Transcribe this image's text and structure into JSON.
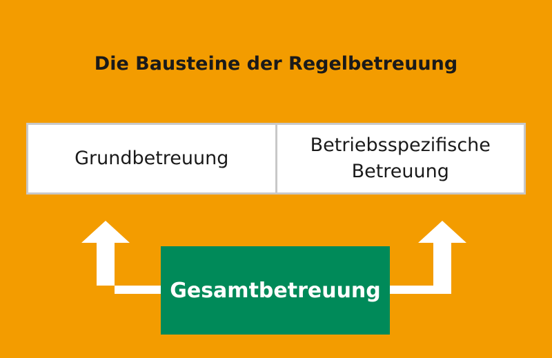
{
  "title": "Die Bausteine der Regelbetreuung",
  "blocks": [
    {
      "label": "Grundbetreuung"
    },
    {
      "label": "Betriebsspezifische\nBetreuung"
    }
  ],
  "total": {
    "label": "Gesamtbetreuung"
  },
  "colors": {
    "background": "#f39c00",
    "total_box": "#008a59",
    "block_fill": "#ffffff",
    "block_border": "#c8c8c8",
    "arrow": "#ffffff"
  }
}
